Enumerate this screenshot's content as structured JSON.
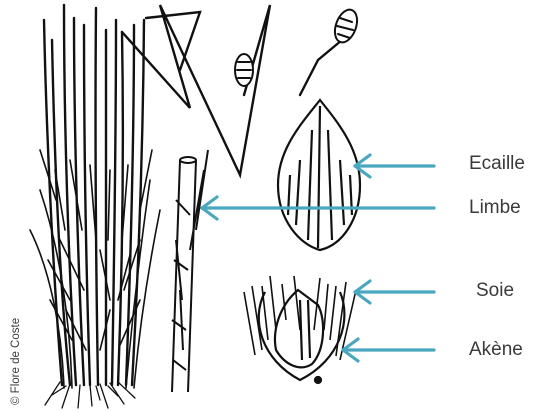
{
  "labels": {
    "ecaille": "Ecaille",
    "limbe": "Limbe",
    "soie": "Soie",
    "akene": "Akène"
  },
  "credit": "© Flore de Coste",
  "colors": {
    "arrow": "#4aa7c0",
    "ink": "#111111",
    "text": "#3a3a3a"
  }
}
